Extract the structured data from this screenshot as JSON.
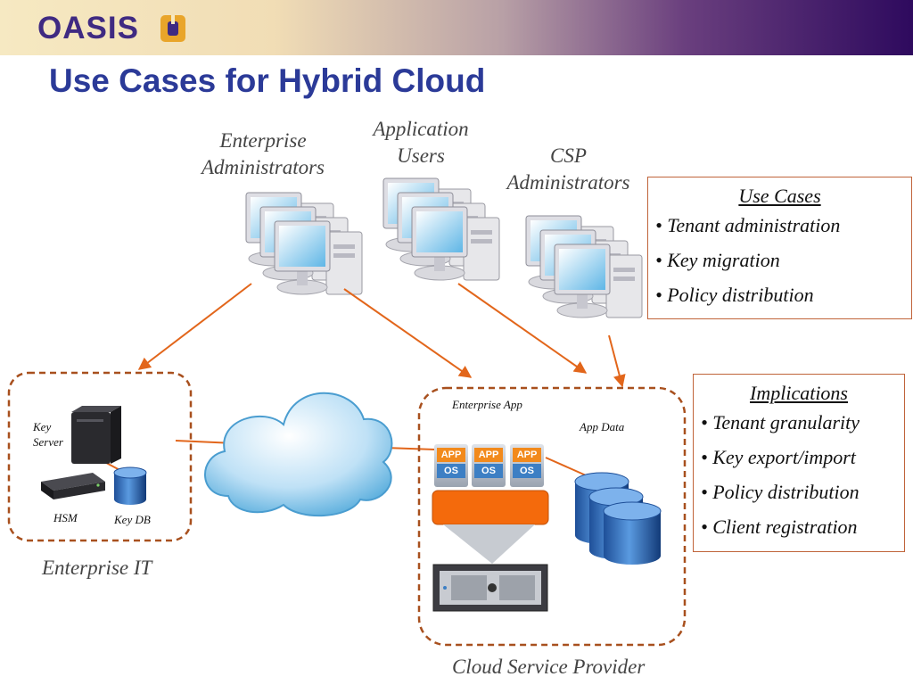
{
  "header": {
    "logo_text": "OASIS",
    "title": "Use Cases for Hybrid Cloud"
  },
  "actors": {
    "enterprise_admins": "Enterprise\nAdministrators",
    "application_users": "Application\nUsers",
    "csp_admins": "CSP\nAdministrators"
  },
  "enterprise_it": {
    "label": "Enterprise IT",
    "key_server": "Key\nServer",
    "hsm": "HSM",
    "key_db": "Key DB"
  },
  "cloud_provider": {
    "label": "Cloud Service Provider",
    "enterprise_app": "Enterprise App",
    "app_data": "App Data",
    "vm_app": "APP",
    "vm_os": "OS"
  },
  "use_cases": {
    "title": "Use Cases",
    "items": [
      "• Tenant administration",
      "• Key migration",
      "• Policy distribution"
    ]
  },
  "implications": {
    "title": "Implications",
    "items": [
      "• Tenant granularity",
      "• Key export/import",
      "• Policy distribution",
      "• Client registration"
    ]
  },
  "colors": {
    "arrow": "#e2661b",
    "dashed_border": "#a8501e",
    "title": "#2b3a98",
    "logo": "#3f2a82"
  }
}
